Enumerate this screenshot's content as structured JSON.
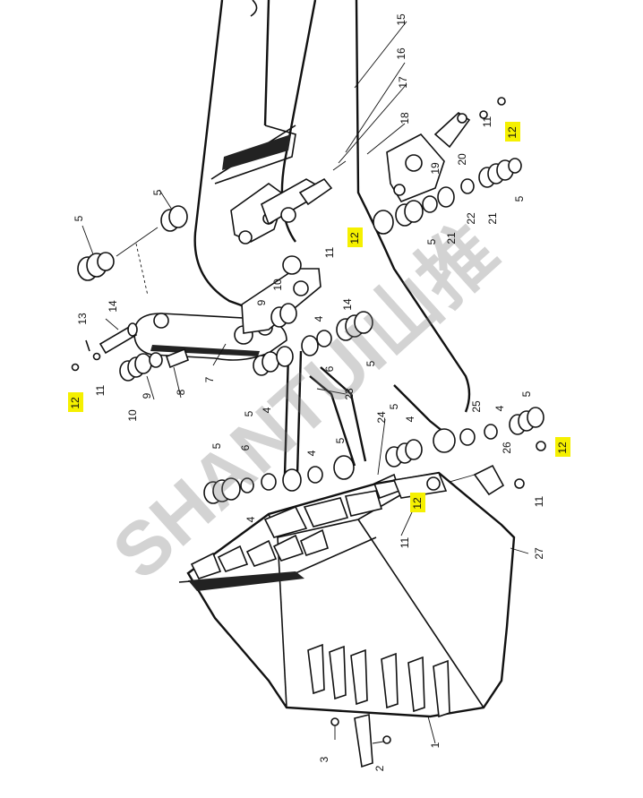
{
  "diagram": {
    "watermark": "SHANTUI山推",
    "highlight_color": "#f5f000",
    "callout_highlighted": "12",
    "labels": [
      {
        "id": "l15",
        "text": "15",
        "hl": false
      },
      {
        "id": "l16",
        "text": "16",
        "hl": false
      },
      {
        "id": "l17",
        "text": "17",
        "hl": false
      },
      {
        "id": "l18",
        "text": "18",
        "hl": false
      },
      {
        "id": "l19",
        "text": "19",
        "hl": false
      },
      {
        "id": "l20",
        "text": "20",
        "hl": false
      },
      {
        "id": "l11a",
        "text": "11",
        "hl": false
      },
      {
        "id": "l12a",
        "text": "12",
        "hl": true
      },
      {
        "id": "l21a",
        "text": "21",
        "hl": false
      },
      {
        "id": "l21b",
        "text": "21",
        "hl": false
      },
      {
        "id": "l22",
        "text": "22",
        "hl": false
      },
      {
        "id": "l5a",
        "text": "5",
        "hl": false
      },
      {
        "id": "l5b",
        "text": "5",
        "hl": false
      },
      {
        "id": "l5c",
        "text": "5",
        "hl": false
      },
      {
        "id": "l5d",
        "text": "5",
        "hl": false
      },
      {
        "id": "l11b",
        "text": "11",
        "hl": false
      },
      {
        "id": "l12b",
        "text": "12",
        "hl": true
      },
      {
        "id": "l9",
        "text": "9",
        "hl": false
      },
      {
        "id": "l10a",
        "text": "10",
        "hl": false
      },
      {
        "id": "l14a",
        "text": "14",
        "hl": false
      },
      {
        "id": "l14b",
        "text": "14",
        "hl": false
      },
      {
        "id": "l13",
        "text": "13",
        "hl": false
      },
      {
        "id": "l4a",
        "text": "4",
        "hl": false
      },
      {
        "id": "l5e",
        "text": "5",
        "hl": false
      },
      {
        "id": "l6a",
        "text": "6",
        "hl": false
      },
      {
        "id": "l11c",
        "text": "11",
        "hl": false
      },
      {
        "id": "l12c",
        "text": "12",
        "hl": true
      },
      {
        "id": "l10b",
        "text": "10",
        "hl": false
      },
      {
        "id": "l9b",
        "text": "9",
        "hl": false
      },
      {
        "id": "l8",
        "text": "8",
        "hl": false
      },
      {
        "id": "l7",
        "text": "7",
        "hl": false
      },
      {
        "id": "l5f",
        "text": "5",
        "hl": false
      },
      {
        "id": "l4b",
        "text": "4",
        "hl": false
      },
      {
        "id": "l23",
        "text": "23",
        "hl": false
      },
      {
        "id": "l5g",
        "text": "5",
        "hl": false
      },
      {
        "id": "l4c",
        "text": "4",
        "hl": false
      },
      {
        "id": "l24",
        "text": "24",
        "hl": false
      },
      {
        "id": "l25",
        "text": "25",
        "hl": false
      },
      {
        "id": "l4d",
        "text": "4",
        "hl": false
      },
      {
        "id": "l5h",
        "text": "5",
        "hl": false
      },
      {
        "id": "l5i",
        "text": "5",
        "hl": false
      },
      {
        "id": "l6b",
        "text": "6",
        "hl": false
      },
      {
        "id": "l4e",
        "text": "4",
        "hl": false
      },
      {
        "id": "l4f",
        "text": "4",
        "hl": false
      },
      {
        "id": "l5j",
        "text": "5",
        "hl": false
      },
      {
        "id": "l12d",
        "text": "12",
        "hl": true
      },
      {
        "id": "l26",
        "text": "26",
        "hl": false
      },
      {
        "id": "l11d",
        "text": "11",
        "hl": false
      },
      {
        "id": "l12e",
        "text": "12",
        "hl": true
      },
      {
        "id": "l11e",
        "text": "11",
        "hl": false
      },
      {
        "id": "l27",
        "text": "27",
        "hl": false
      },
      {
        "id": "l1",
        "text": "1",
        "hl": false
      },
      {
        "id": "l2",
        "text": "2",
        "hl": false
      },
      {
        "id": "l3",
        "text": "3",
        "hl": false
      }
    ]
  }
}
